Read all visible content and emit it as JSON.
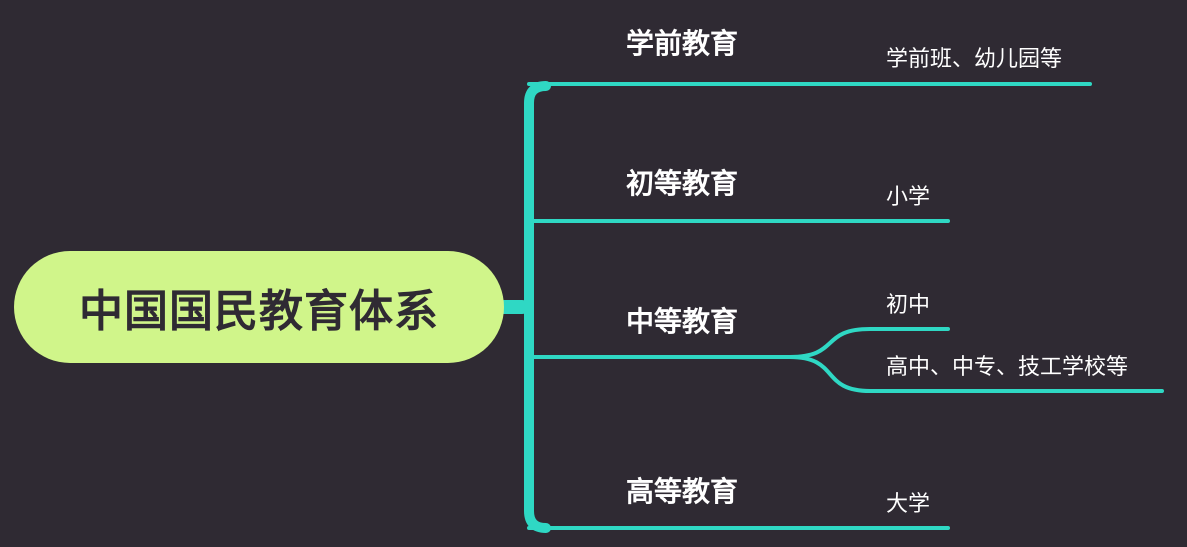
{
  "root": {
    "label": "中国国民教育体系"
  },
  "branches": [
    {
      "label": "学前教育",
      "children": [
        {
          "label": "学前班、幼儿园等"
        }
      ]
    },
    {
      "label": "初等教育",
      "children": [
        {
          "label": "小学"
        }
      ]
    },
    {
      "label": "中等教育",
      "children": [
        {
          "label": "初中"
        },
        {
          "label": "高中、中专、技工学校等"
        }
      ]
    },
    {
      "label": "高等教育",
      "children": [
        {
          "label": "大学"
        }
      ]
    }
  ],
  "colors": {
    "background": "#2f2a33",
    "root_fill": "#d0f58a",
    "root_text": "#2f2a33",
    "connector": "#2fd8c4",
    "text": "#ffffff"
  }
}
